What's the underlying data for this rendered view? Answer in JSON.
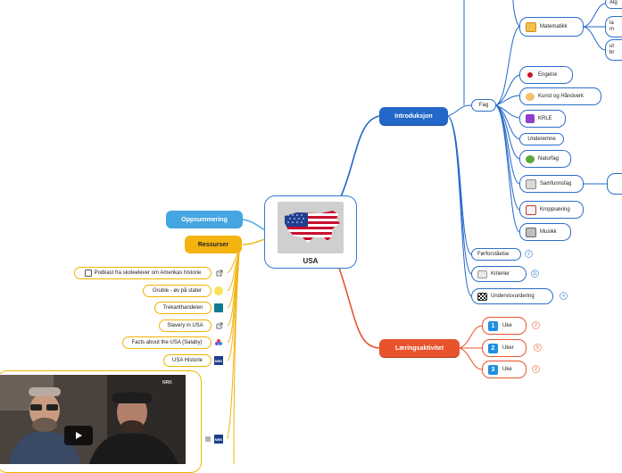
{
  "central": {
    "title": "USA"
  },
  "main_topics": {
    "introduksjon": "Introduksjon",
    "laeringsaktivitet": "Læringsaktivitet",
    "oppsummering": "Oppsummering",
    "ressurser": "Ressurser"
  },
  "intro_children": {
    "fag": "Fag",
    "forforstaelse": "Førforståelse",
    "kriterier": "Kriterier",
    "undervisningsvurdering": "Undervisvurdering"
  },
  "intro_counts": {
    "forforstaelse": "2",
    "kriterier": "11",
    "undervisningsvurdering": "4"
  },
  "fag_items": [
    {
      "label": "Matematikk",
      "icon": "calculator-icon"
    },
    {
      "label": "Engelsk",
      "icon": "uk-flag-icon"
    },
    {
      "label": "Kunst og Håndverk",
      "icon": "hands-icon"
    },
    {
      "label": "KRLE",
      "icon": "religion-icon"
    },
    {
      "label": "Underemne",
      "icon": ""
    },
    {
      "label": "Naturfag",
      "icon": "clover-icon"
    },
    {
      "label": "Samfunnsfag",
      "icon": "newspaper-icon"
    },
    {
      "label": "Kroppsøving",
      "icon": "sport-icon"
    },
    {
      "label": "Musikk",
      "icon": "music-icon"
    }
  ],
  "matte_children": [
    "Alg",
    "la\nm",
    "ut\nbr"
  ],
  "uke_items": [
    {
      "number": "1",
      "label": "Uke",
      "count": "2"
    },
    {
      "number": "2",
      "label": "Uker",
      "count": "5"
    },
    {
      "number": "3",
      "label": "Uke",
      "count": "2"
    }
  ],
  "ressurser_items": [
    {
      "label": "Podkast fra skoleelever om Amerikas historie",
      "icon": "external-link-icon"
    },
    {
      "label": "Gruble - øv på stater",
      "icon": "smiley-icon"
    },
    {
      "label": "Trekanthandelen",
      "icon": "site-icon"
    },
    {
      "label": "Slavery in USA",
      "icon": "external-link-icon"
    },
    {
      "label": "Facts about the USA (Salaby)",
      "icon": "salaby-icon"
    },
    {
      "label": "USA Historie",
      "icon": "nrk-icon"
    }
  ],
  "video": {
    "watermark": "NRK"
  },
  "colors": {
    "intro": "#2268c8",
    "laering": "#e8532c",
    "oppsummering": "#45a5e0",
    "ressurser": "#f3b411"
  }
}
